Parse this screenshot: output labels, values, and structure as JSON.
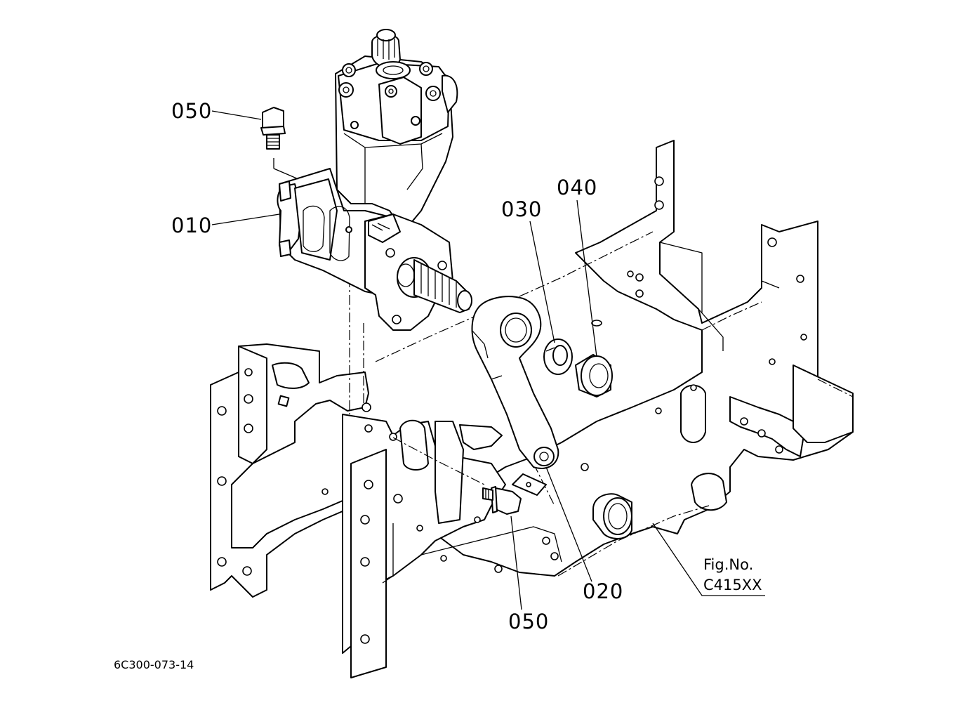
{
  "callouts": {
    "c010": "010",
    "c020": "020",
    "c030": "030",
    "c040": "040",
    "c050_top": "050",
    "c050_bottom": "050"
  },
  "figure_ref": {
    "line1": "Fig.No.",
    "line2": "C415XX"
  },
  "drawing_code": "6C300-073-14"
}
